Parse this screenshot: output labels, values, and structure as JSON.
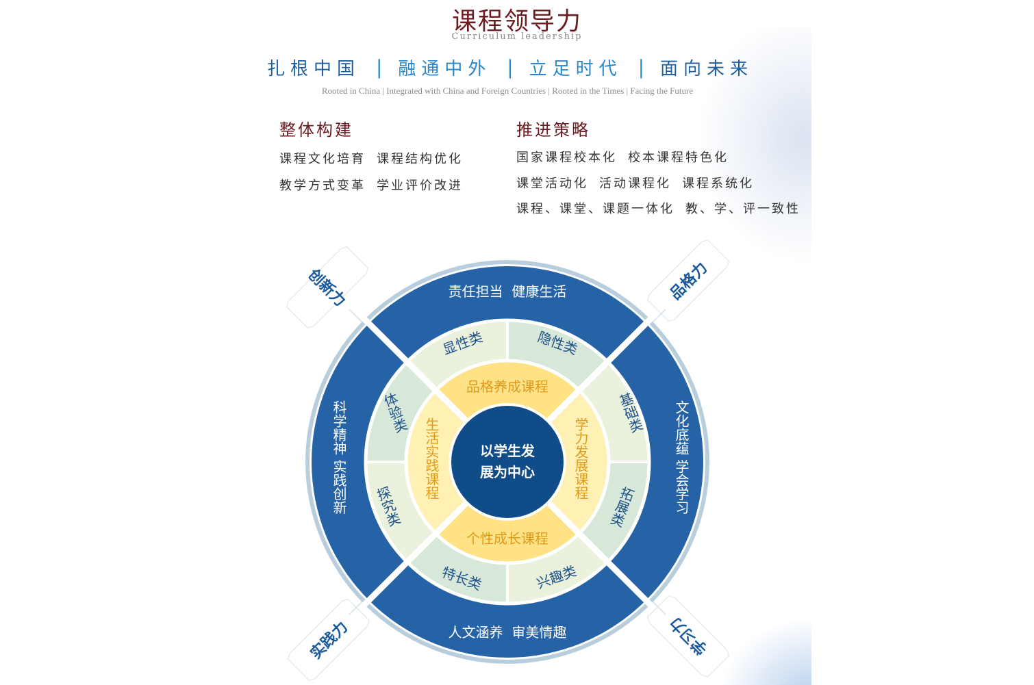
{
  "header": {
    "title": "课程领导力",
    "subtitle": "Curriculum leadership"
  },
  "motto": {
    "items": [
      "扎根中国",
      "融通中外",
      "立足时代",
      "面向未来"
    ],
    "separator": "|",
    "english": "Rooted in China | Integrated with China and Foreign Countries | Rooted in the Times | Facing the Future"
  },
  "sections": {
    "overall": {
      "title": "整体构建",
      "lines": [
        [
          "课程文化培育",
          "课程结构优化"
        ],
        [
          "教学方式变革",
          "学业评价改进"
        ]
      ]
    },
    "strategy": {
      "title": "推进策略",
      "lines": [
        [
          "国家课程校本化",
          "校本课程特色化"
        ],
        [
          "课堂活动化",
          "活动课程化",
          "课程系统化"
        ],
        [
          "课程、课堂、课题一体化",
          "教、学、评一致性"
        ]
      ]
    }
  },
  "diagram": {
    "center": {
      "line1": "以学生发",
      "line2": "展为中心"
    },
    "outer_ring": {
      "top": "责任担当  健康生活",
      "right": "文化底蕴 学会学习",
      "bottom": "人文涵养  审美情趣",
      "left": "科学精神 实践创新"
    },
    "courses": {
      "top": "品格养成课程",
      "right": "学力发展课程",
      "bottom": "个性成长课程",
      "left": "生活实践课程"
    },
    "categories": {
      "top_left": "显性类",
      "top_right": "隐性类",
      "right_top": "基础类",
      "right_bottom": "拓展类",
      "bottom_right": "兴趣类",
      "bottom_left": "特长类",
      "left_bottom": "探究类",
      "left_top": "体验类"
    },
    "corner_tags": {
      "top_left": "创新力",
      "top_right": "品格力",
      "bottom_left": "实践力",
      "bottom_right": "学习力"
    },
    "colors": {
      "outer_ring": "#2563a6",
      "outer_halo": "#b9cedd",
      "green_a": "#eaf1dc",
      "green_b": "#d7e8d9",
      "yellow_course": "#ffe286",
      "yellow_light": "#fff0b3",
      "center": "#0f4c88",
      "course_text": "#e09a1a",
      "category_text": "#1d5088",
      "tag_text": "#1a5a9c",
      "title_red": "#6b1a1f"
    }
  }
}
